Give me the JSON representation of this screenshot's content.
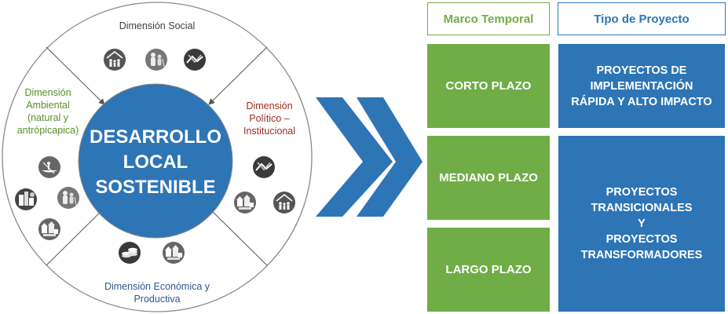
{
  "center": {
    "title_lines": [
      "DESARROLLO",
      "LOCAL",
      "SOSTENIBLE"
    ]
  },
  "dimensions": {
    "social": "Dimensión Social",
    "ambiental": [
      "Dimensión",
      "Ambiental",
      "(natural y",
      "antrópicapica)"
    ],
    "politico": [
      "Dimensión",
      "Político –",
      "Institucional"
    ],
    "economica": [
      "Dimensión Económica y",
      "Productiva"
    ]
  },
  "headers": {
    "marco_temporal": "Marco Temporal",
    "tipo_proyecto": "Tipo de Proyecto"
  },
  "plazos": [
    "CORTO PLAZO",
    "MEDIANO PLAZO",
    "LARGO PLAZO"
  ],
  "proyectos": {
    "rapida": [
      "PROYECTOS DE",
      "IMPLEMENTACIÓN",
      "RÁPIDA Y ALTO IMPACTO"
    ],
    "transicionales": [
      "PROYECTOS",
      "TRANSICIONALES",
      "Y",
      "PROYECTOS",
      "TRANSFORMADORES"
    ]
  },
  "icons": {
    "social": [
      "people-house-icon",
      "elderly-group-icon",
      "handshake-icon"
    ],
    "ambiental": [
      "canoe-icon",
      "city-icon",
      "elderly-group-icon",
      "housing-icon"
    ],
    "politico": [
      "handshake-icon",
      "housing-icon",
      "people-house-icon"
    ],
    "economica": [
      "coins-icon",
      "housing-icon"
    ]
  },
  "colors": {
    "blue": "#2e75b6",
    "green": "#70ad47",
    "ambiental_text": "#5a8f2b",
    "politico_text": "#9b2c1f",
    "economica_text": "#2f5597",
    "social_text": "#3f3f3f"
  }
}
